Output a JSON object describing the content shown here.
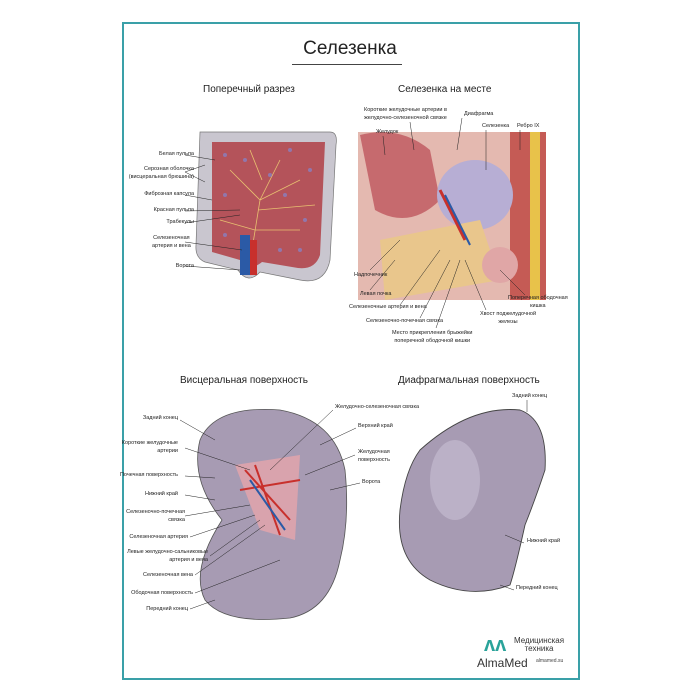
{
  "title": "Селезенка",
  "sections": {
    "cross": "Поперечный разрез",
    "insitu": "Селезенка на месте",
    "visceral": "Висцеральная поверхность",
    "diaphragm": "Диафрагмальная поверхность"
  },
  "cross_labels": [
    "Белая пульпа",
    "Серозная оболочка",
    "(висцеральная брюшина)",
    "Фиброзная капсула",
    "Красная пульпа",
    "Трабекулы",
    "Селезеночная",
    "артерия и вена",
    "Ворота"
  ],
  "insitu_labels": {
    "short_arteries_1": "Короткие желудочные артерии в",
    "short_arteries_2": "желудочно-селезеночной связке",
    "stomach": "Желудок",
    "diaphragm": "Диафрагма",
    "spleen": "Селезенка",
    "rib": "Ребро IX",
    "adrenal": "Надпочечник",
    "kidney": "Левая почка",
    "vessels": "Селезеночные артерия и вена",
    "lig": "Селезеночно-почечная связка",
    "mes_1": "Место прикрепления брыжейки",
    "mes_2": "поперечной ободочной кишки",
    "tail_1": "Хвост поджелудочной",
    "tail_2": "железы",
    "colon_1": "Поперечная ободочная",
    "colon_2": "кишка"
  },
  "visceral_labels": {
    "posterior": "Задний конец",
    "short_1": "Короткие желудочные",
    "short_2": "артерии",
    "renal": "Почечная поверхность",
    "inferior": "Нижний край",
    "splren_1": "Селезеночно-почечная",
    "splren_2": "связка",
    "artery": "Селезеночная артерия",
    "gastroep_1": "Левые желудочно-сальниковые",
    "gastroep_2": "артерия и вена",
    "vein": "Селезеночная вена",
    "colic": "Ободочная поверхность",
    "anterior": "Передний конец",
    "gastrosplenic": "Желудочно-селезеночная связка",
    "superior": "Верхний край",
    "gastric_1": "Желудочная",
    "gastric_2": "поверхность",
    "hilum": "Ворота"
  },
  "diaphragm_labels": {
    "posterior": "Задний конец",
    "inferior": "Нижний край",
    "anterior": "Передний конец"
  },
  "logo": {
    "brand": "AlmaMed",
    "tag_1": "Медицинская",
    "tag_2": "техника",
    "url": "almamed.su"
  },
  "colors": {
    "frame": "#3aa0a8",
    "spleen": "#a79bb3",
    "pulp": "#b4535a",
    "capsule": "#c9c6cf"
  }
}
